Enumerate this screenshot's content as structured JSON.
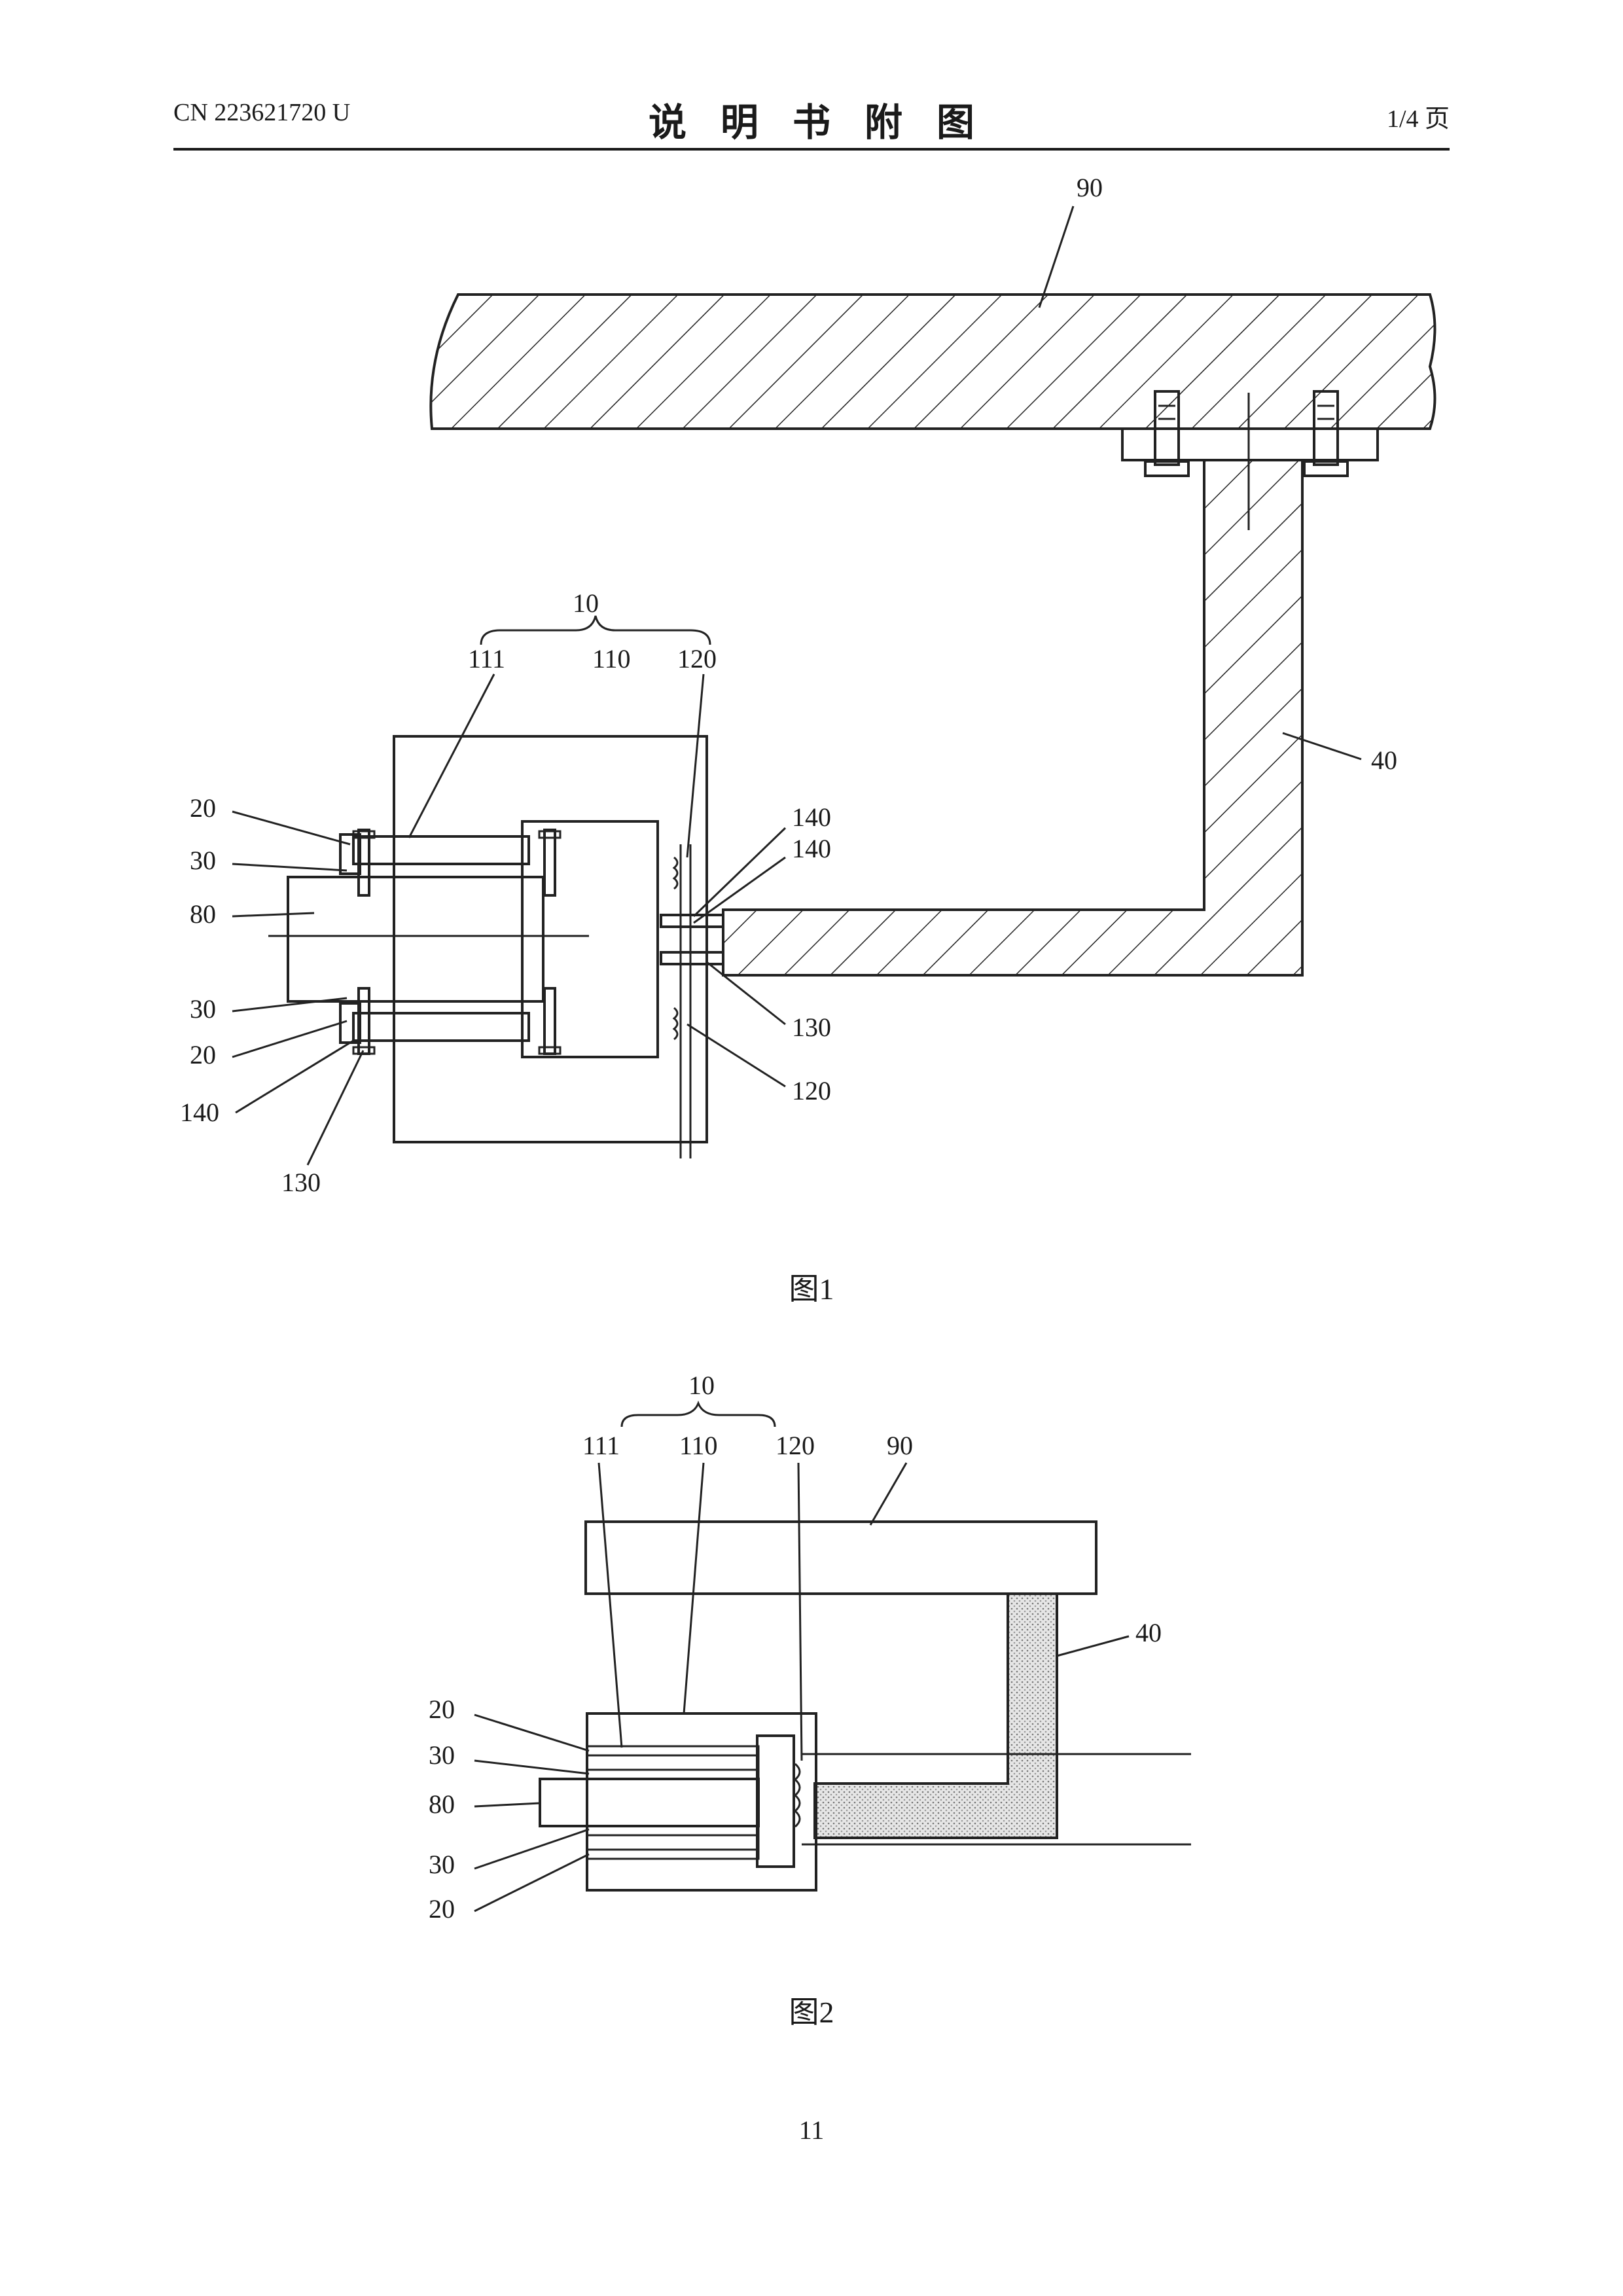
{
  "header": {
    "pub_number": "CN 223621720 U",
    "title": "说明书附图",
    "page": "1/4 页"
  },
  "figure1": {
    "caption": "图1",
    "labels": {
      "l90": "90",
      "l10": "10",
      "l111": "111",
      "l110": "110",
      "l120a": "120",
      "l40": "40",
      "l20a": "20",
      "l30a": "30",
      "l80": "80",
      "l30b": "30",
      "l20b": "20",
      "l140a": "140",
      "l130a": "130",
      "l140b": "140",
      "l140c": "140",
      "l130b": "130",
      "l120b": "120"
    }
  },
  "figure2": {
    "caption": "图2",
    "labels": {
      "l10": "10",
      "l111": "111",
      "l110": "110",
      "l120": "120",
      "l90": "90",
      "l40": "40",
      "l20a": "20",
      "l30a": "30",
      "l80": "80",
      "l30b": "30",
      "l20b": "20"
    }
  },
  "page_number": "11"
}
